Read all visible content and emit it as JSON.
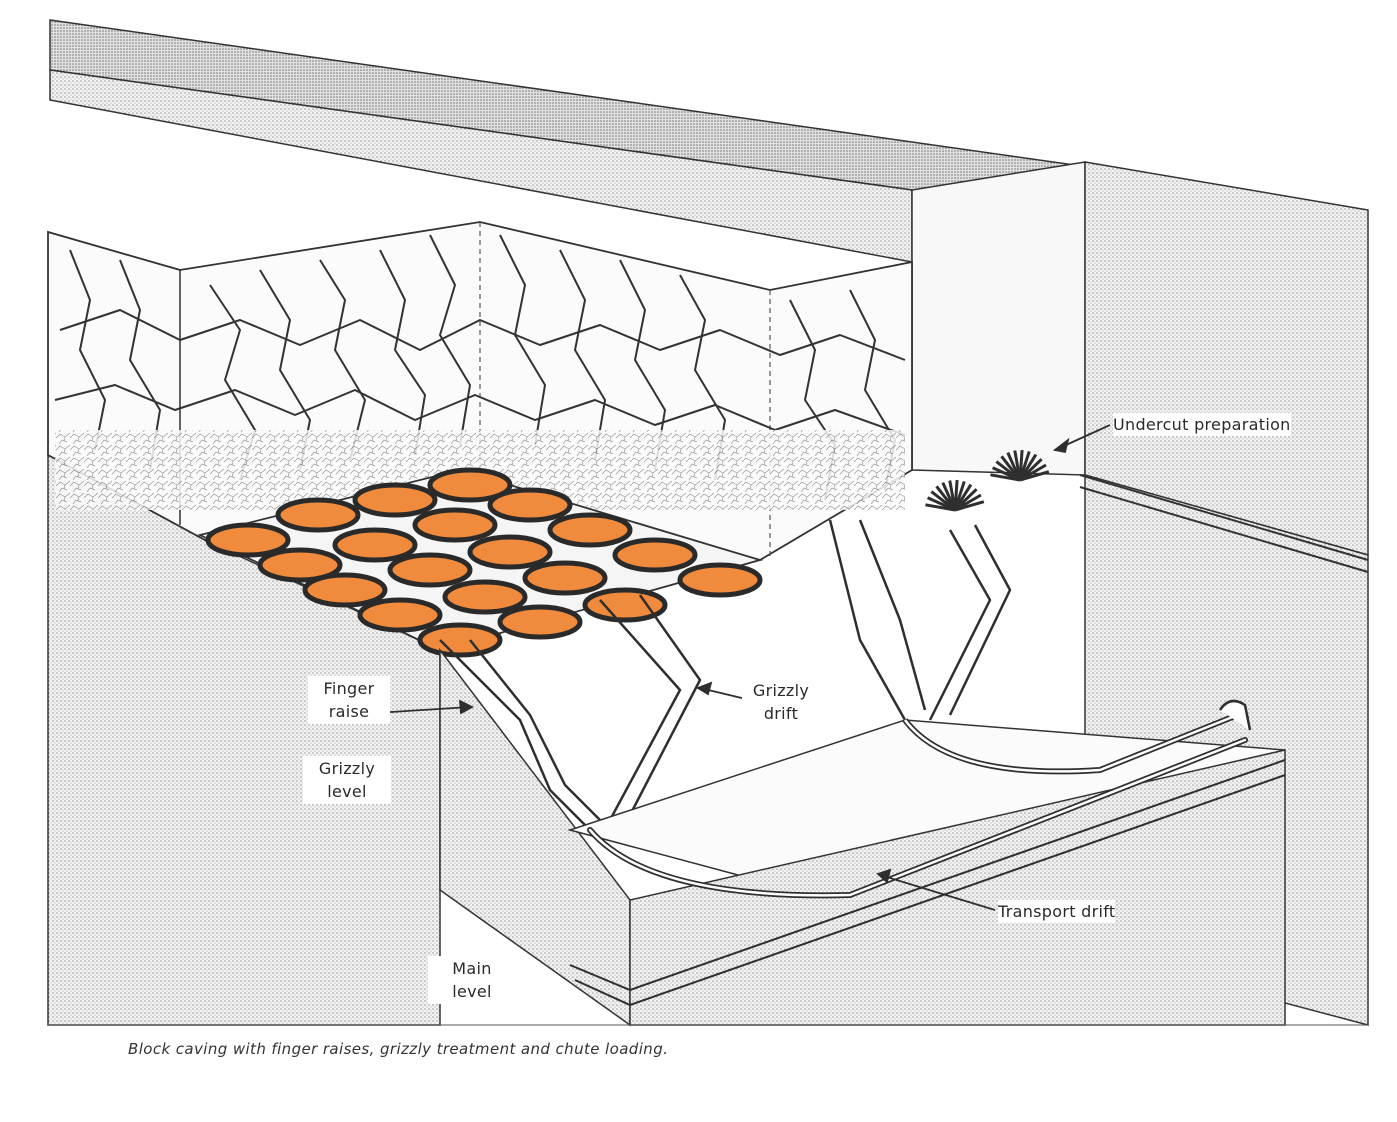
{
  "labels": {
    "undercut": "Undercut preparation",
    "finger_raise_1": "Finger",
    "finger_raise_2": "raise",
    "grizzly_drift_1": "Grizzly",
    "grizzly_drift_2": "drift",
    "grizzly_level_1": "Grizzly",
    "grizzly_level_2": "level",
    "transport_drift": "Transport drift",
    "main_level_1": "Main",
    "main_level_2": "level"
  },
  "caption": "Block caving with finger raises, grizzly treatment and chute loading.",
  "colors": {
    "ore": "#f08a3c",
    "line": "#2f2f2f",
    "rock_fill": "#e6e6e6"
  }
}
